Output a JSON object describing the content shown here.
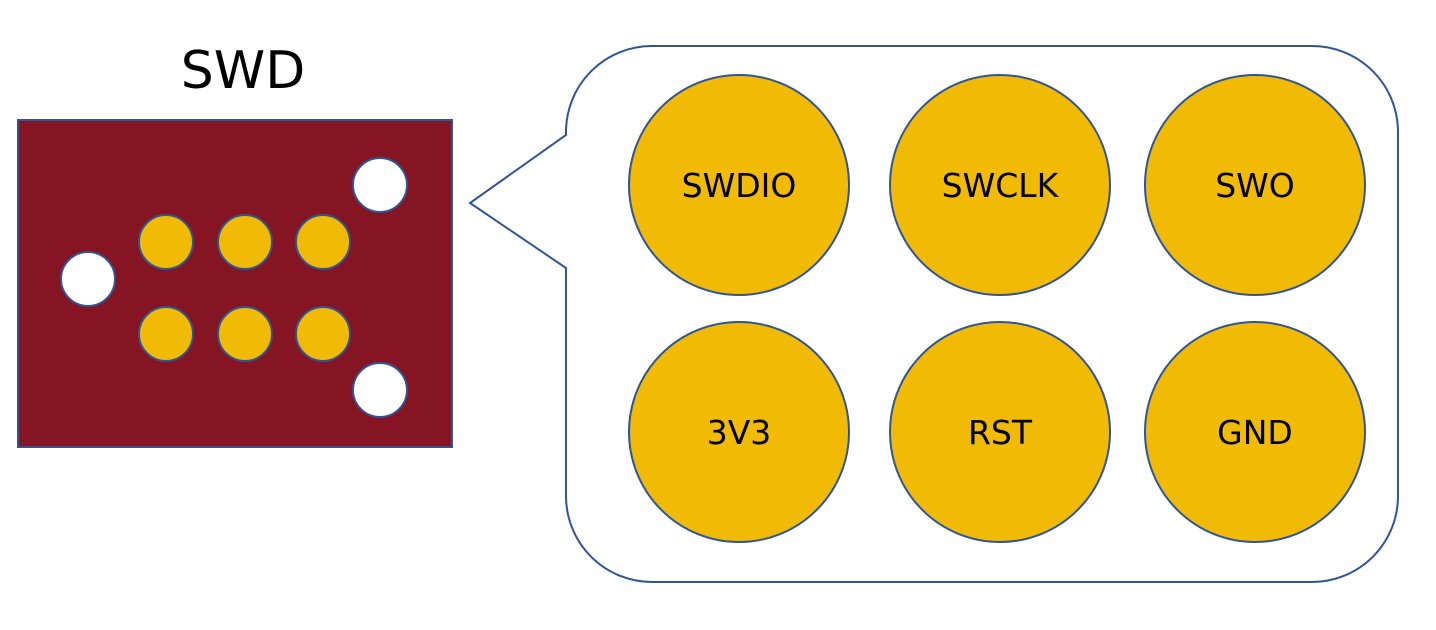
{
  "title": "SWD",
  "colors": {
    "board": "#851522",
    "pad": "#F1BB05",
    "outline": "#2F5597",
    "hole": "#FFFFFF",
    "text": "#000000"
  },
  "pins": {
    "swdio": "SWDIO",
    "swclk": "SWCLK",
    "swo": "SWO",
    "v3v3": "3V3",
    "rst": "RST",
    "gnd": "GND"
  }
}
